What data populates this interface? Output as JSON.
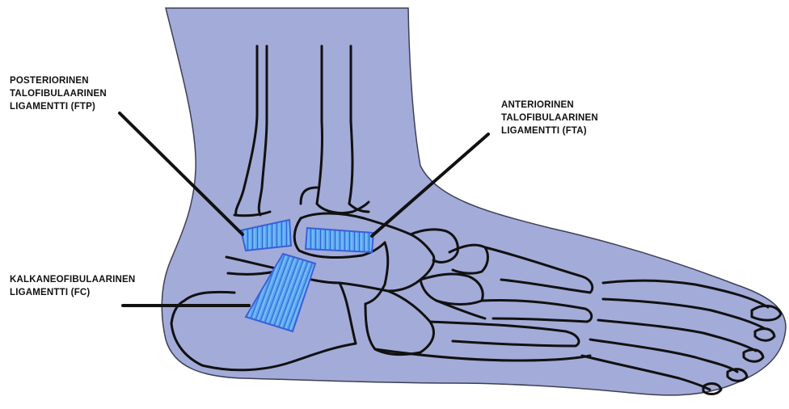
{
  "labels": {
    "ftp": [
      "POSTERIORINEN",
      "TALOFIBULAARINEN",
      "LIGAMENTTI (FTP)"
    ],
    "fta": [
      "ANTERIORINEN",
      "TALOFIBULAARINEN",
      "LIGAMENTTI (FTA)"
    ],
    "fc": [
      "KALKANEOFIBULAARINEN",
      "LIGAMENTTI (FC)"
    ]
  },
  "colors": {
    "background": "#ffffff",
    "foot_fill": "#a3abd8",
    "outline": "#111111",
    "ligament": "#3b8ef0",
    "ligament_dark": "#1f55c8",
    "leader_line": "#111111"
  },
  "icons": [
    "foot-illustration",
    "ligament-ftp",
    "ligament-fta",
    "ligament-fc"
  ]
}
